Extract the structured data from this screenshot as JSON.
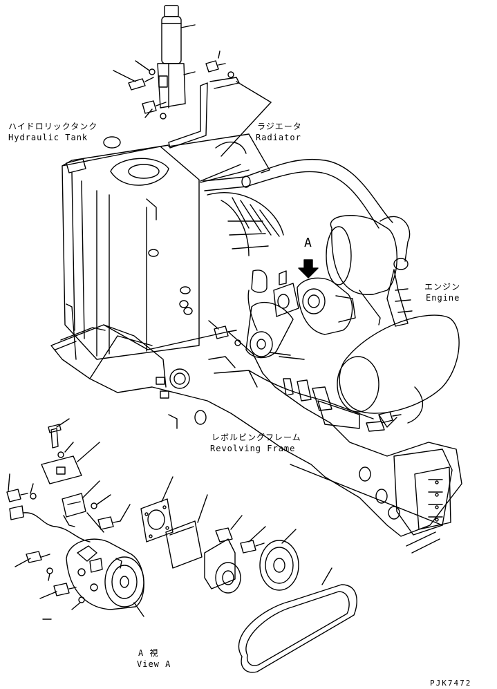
{
  "labels": {
    "hydraulic_tank_jp": "ハイドロリックタンク",
    "hydraulic_tank_en": "Hydraulic Tank",
    "radiator_jp": "ラジエータ",
    "radiator_en": "Radiator",
    "engine_jp": "エンジン",
    "engine_en": "Engine",
    "revolving_frame_jp": "レボルビングフレーム",
    "revolving_frame_en": "Revolving Frame",
    "view_arrow": "A",
    "view_jp": "A 視",
    "view_en": "View A",
    "drawing_code": "PJK7472"
  },
  "colors": {
    "line": "#000000",
    "background": "#ffffff"
  }
}
